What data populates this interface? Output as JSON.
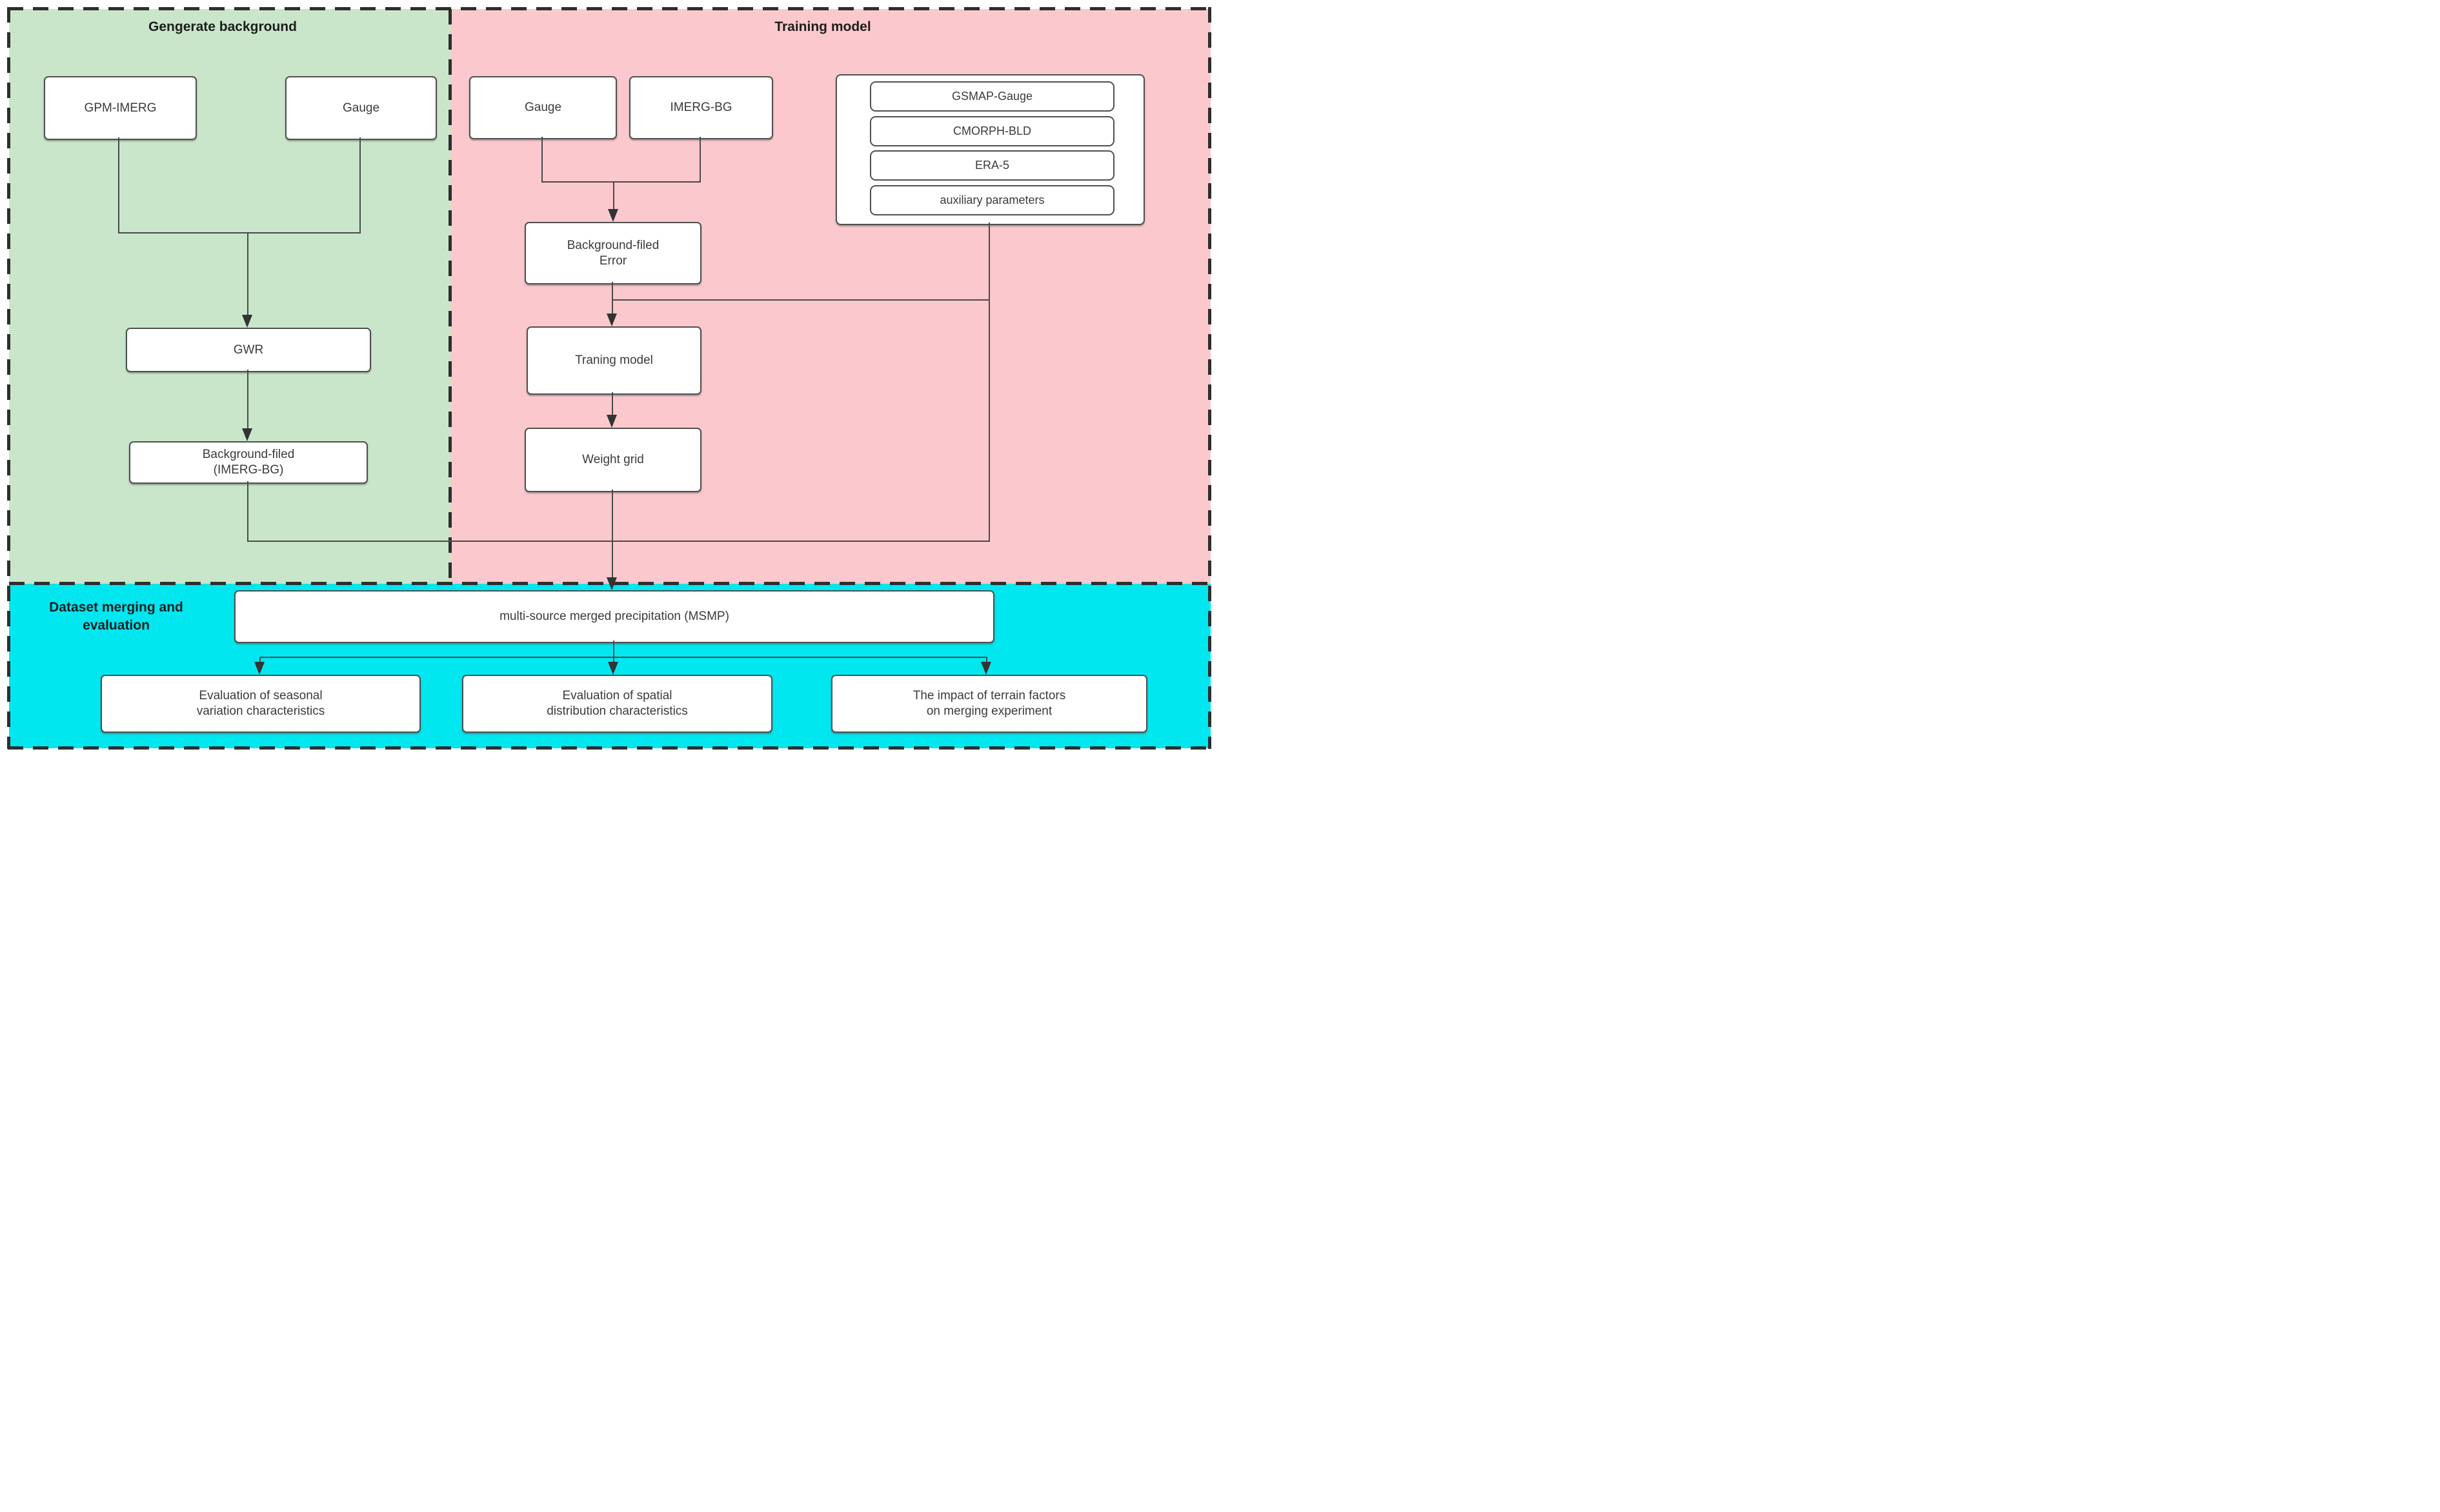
{
  "colors": {
    "green_bg": "#c9e6ca",
    "pink_bg": "#fbc9cd",
    "cyan_bg": "#00e7f0",
    "line": "#4a4a4a",
    "box_border": "#4f4f4f",
    "dash_border": "#2e2e2e"
  },
  "generate": {
    "title": [
      "Gengerate",
      "background"
    ],
    "gpm_imerg": "GPM-IMERG",
    "gauge": "Gauge",
    "gwr": "GWR",
    "background_filed": [
      "Background-filed",
      "(IMERG-BG)"
    ]
  },
  "training": {
    "title": [
      "Training",
      "model"
    ],
    "gauge": "Gauge",
    "imerg_bg": "IMERG-BG",
    "datasets": [
      "GSMAP-Gauge",
      "CMORPH-BLD",
      "ERA-5",
      "auxiliary parameters"
    ],
    "background_error": [
      "Background-filed",
      "Error"
    ],
    "traning_model": "Traning model",
    "weight_grid": "Weight grid"
  },
  "merging": {
    "title": [
      "Dataset merging",
      "and evaluation"
    ],
    "msmp": "multi-source merged precipitation (MSMP)",
    "evaluations": [
      [
        "Evaluation of seasonal",
        "variation characteristics"
      ],
      [
        "Evaluation of spatial",
        "distribution characteristics"
      ],
      [
        "The impact of terrain factors",
        "on merging experiment"
      ]
    ]
  }
}
